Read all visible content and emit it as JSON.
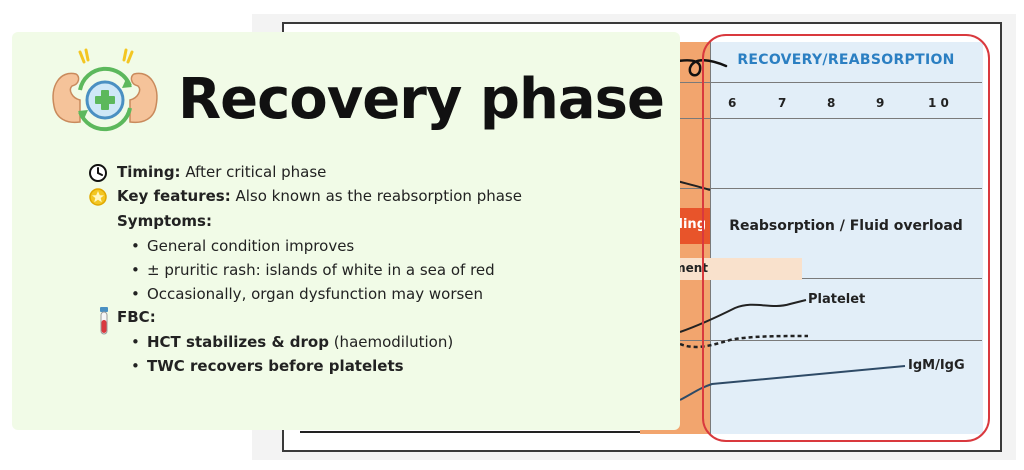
{
  "card": {
    "title": "Recovery phase",
    "timing": {
      "label": "Timing:",
      "value": "After critical phase"
    },
    "key_features": {
      "label": "Key features:",
      "value": "Also known as the reabsorption phase"
    },
    "symptoms": {
      "label": "Symptoms:",
      "items": [
        "General condition improves",
        "± pruritic rash: islands of white in a sea of red",
        "Occasionally, organ dysfunction may worsen"
      ]
    },
    "fbc": {
      "label": "FBC:",
      "items": [
        {
          "bold": "HCT stabilizes & drop",
          "rest": " (haemodilution)"
        },
        {
          "bold": "TWC recovers before platelets",
          "rest": ""
        }
      ]
    },
    "icons": [
      "flexing-arms-medical-icon",
      "clock-icon",
      "star-badge-icon",
      "test-tube-icon"
    ]
  },
  "chart": {
    "column_title": "RECOVERY/REABSORPTION",
    "days": [
      "6",
      "7",
      "8",
      "9",
      "1 0"
    ],
    "row_label": "Reabsorption / Fluid overload",
    "cropped_bleeding_text": "ding",
    "cropped_management_text": "ment",
    "curve_labels": {
      "platelet": "Platelet",
      "igm": "IgM/IgG"
    },
    "colors": {
      "critical": "#f2a56e",
      "recovery": "#e2eef8",
      "outline": "#d9393e",
      "title": "#2b7fc2",
      "card": "#f1fbe7"
    }
  }
}
